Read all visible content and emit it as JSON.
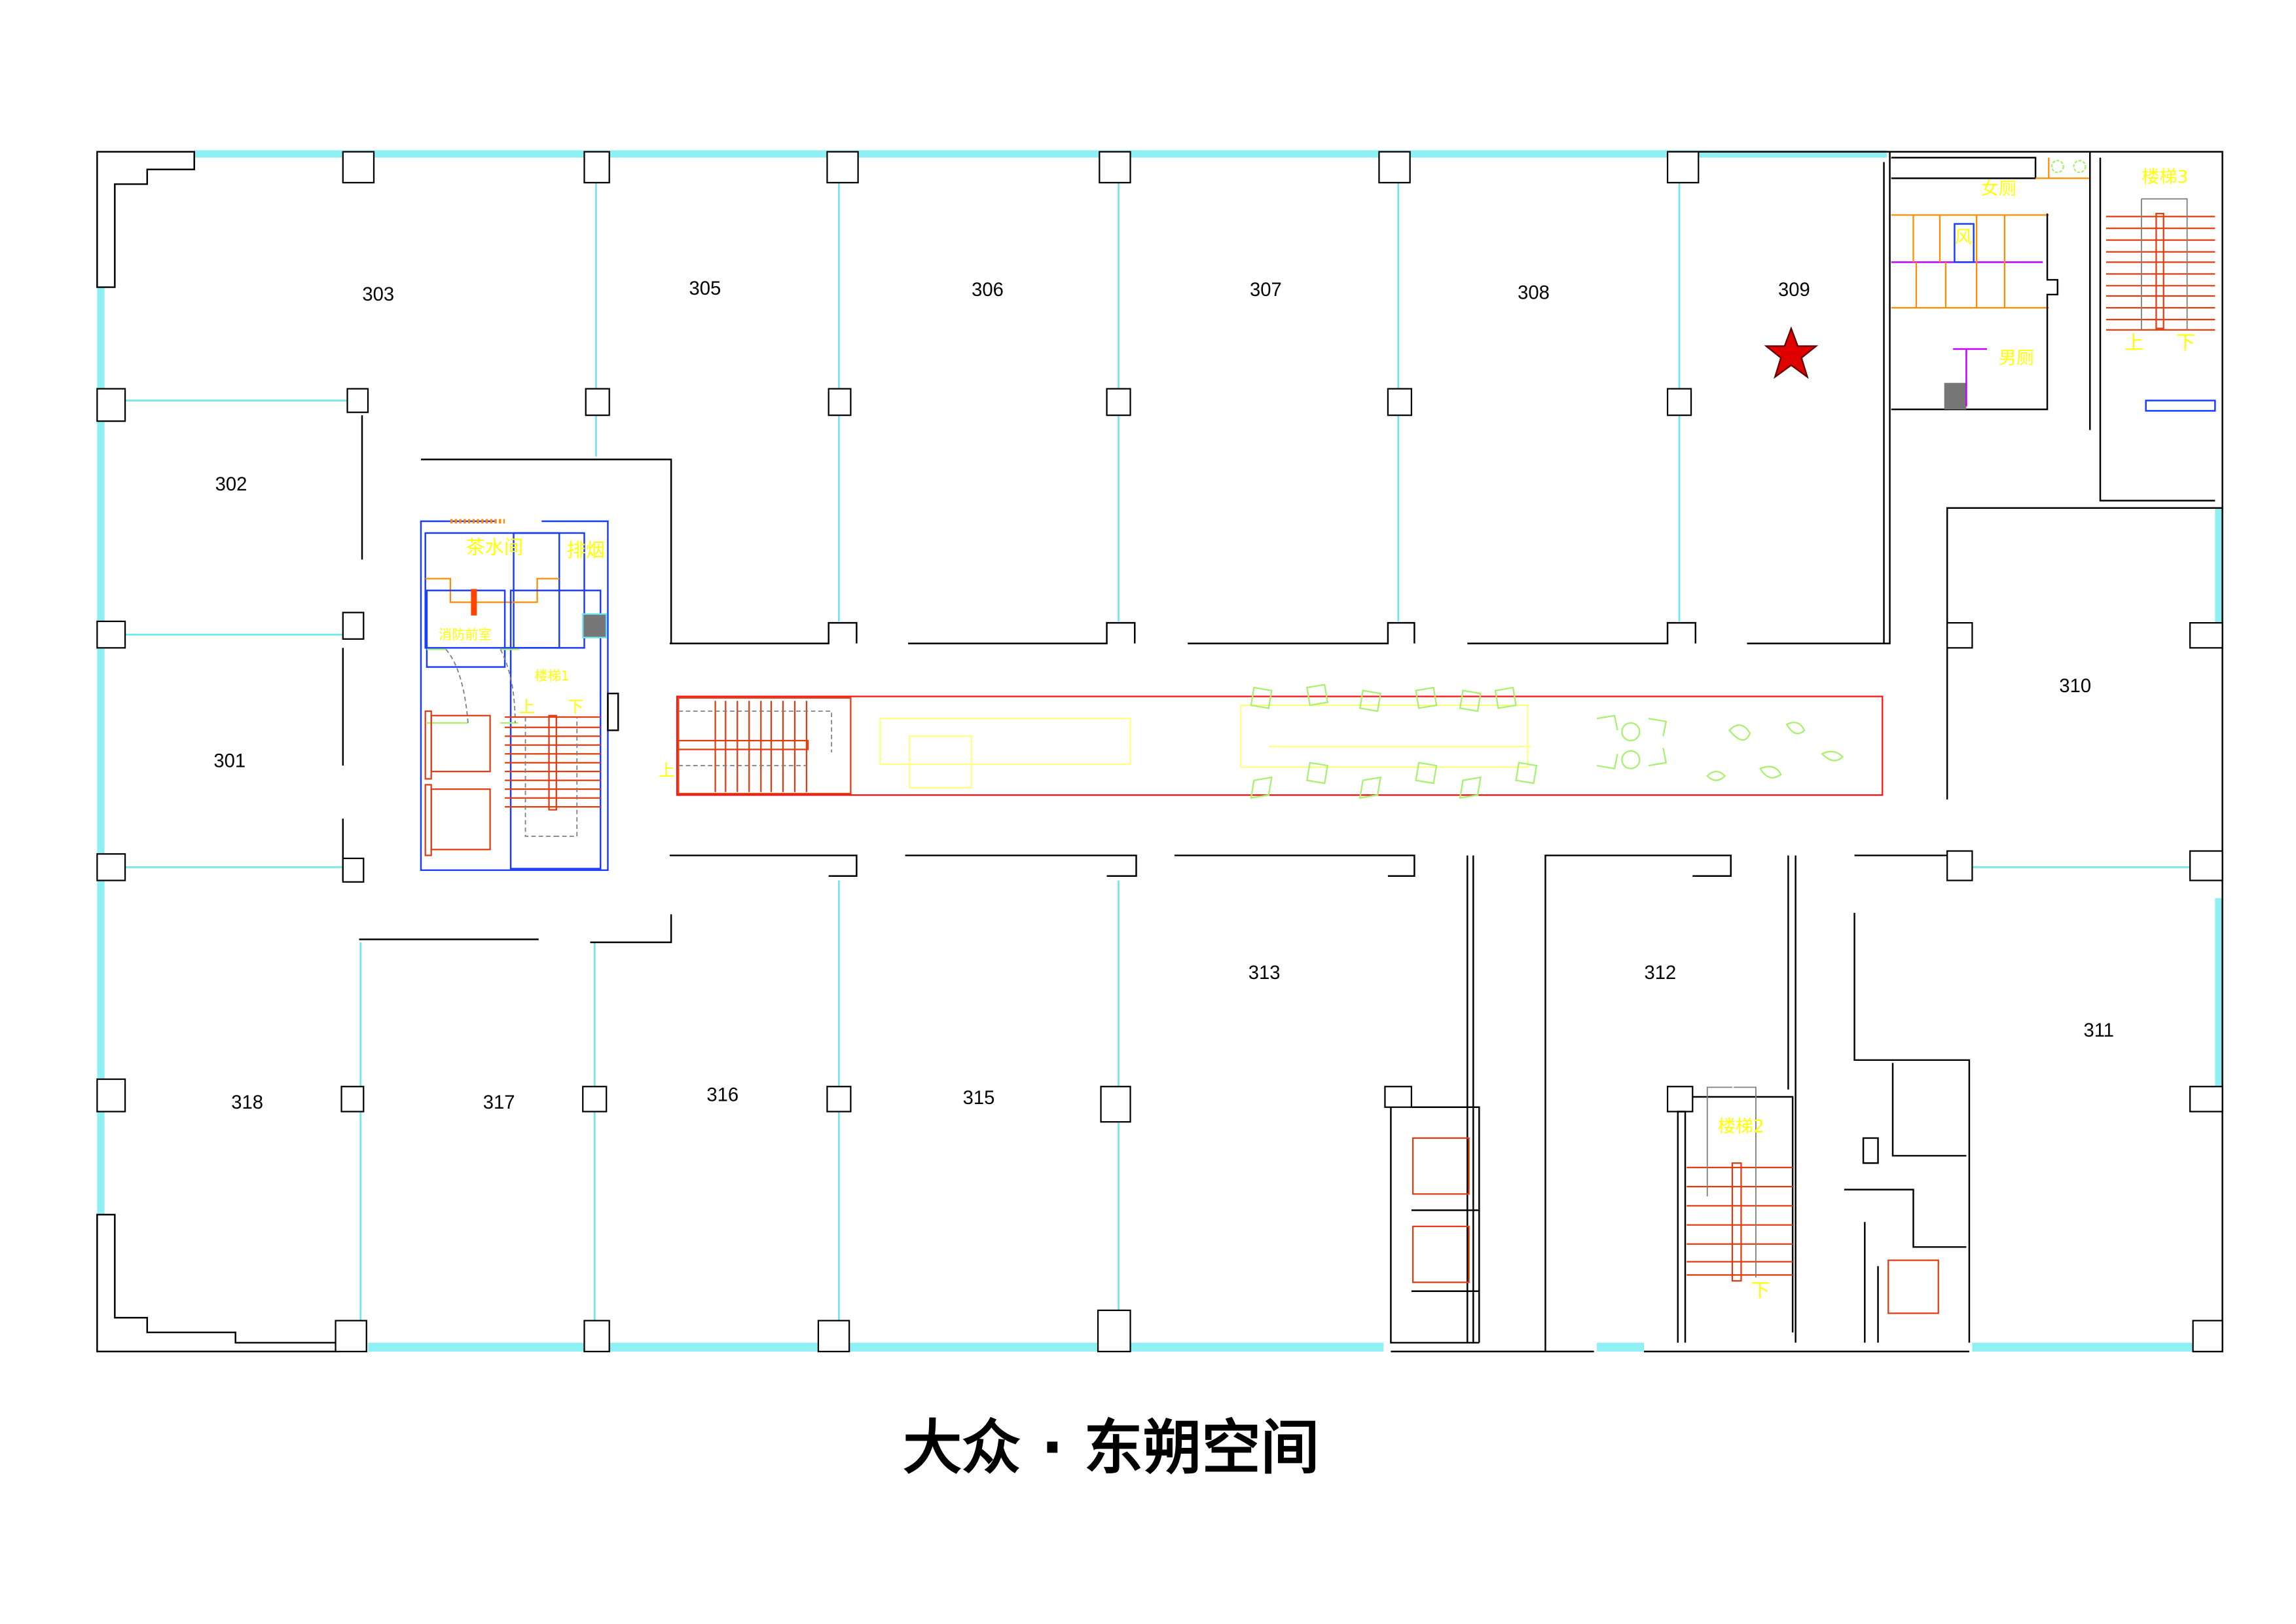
{
  "title": "大众 · 东朔空间",
  "rooms": {
    "r301": "301",
    "r302": "302",
    "r303": "303",
    "r305": "305",
    "r306": "306",
    "r307": "307",
    "r308": "308",
    "r309": "309",
    "r310": "310",
    "r311": "311",
    "r312": "312",
    "r313": "313",
    "r315": "315",
    "r316": "316",
    "r317": "317",
    "r318": "318"
  },
  "facilities": {
    "tea_room": "茶水间",
    "smoke_exhaust": "排烟",
    "fire_lobby": "消防前室",
    "stair1": "楼梯1",
    "stair2": "楼梯2",
    "stair3": "楼梯3",
    "womens_restroom": "女厕",
    "mens_restroom": "男厕",
    "vent": "风",
    "up": "上",
    "down": "下"
  },
  "marker": {
    "icon": "star-icon",
    "room": "309",
    "color": "#e00000"
  },
  "colors": {
    "window": "#8ff0f4",
    "stair": "#e03c10",
    "label": "#ffff00",
    "core": "#1a3cff"
  }
}
